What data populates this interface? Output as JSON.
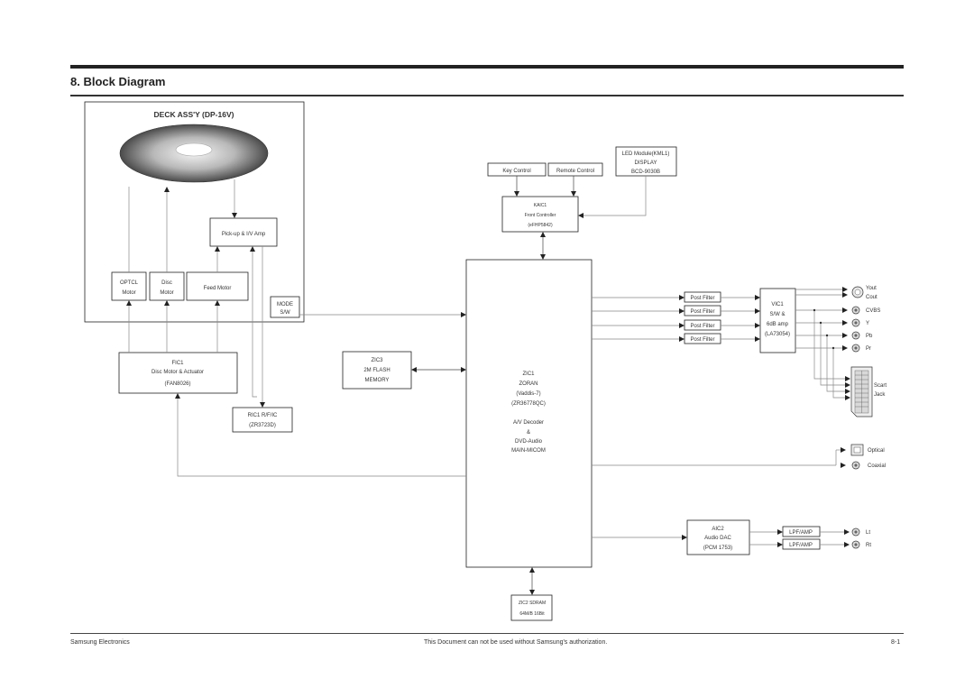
{
  "header": {
    "title": "8.  Block Diagram"
  },
  "footer": {
    "left": "Samsung Electronics",
    "center": "This Document can not be used without Samsung's authorization.",
    "right": "8-1"
  },
  "deck": {
    "title": "DECK ASS'Y (DP-16V)",
    "pickup": "Pick-up & I/V Amp",
    "optical_motor": [
      "OPTCL",
      "Motor"
    ],
    "disc_motor": [
      "Disc",
      "Motor"
    ],
    "feed_motor": "Feed Motor",
    "mode_sw": [
      "MODE",
      "S/W"
    ]
  },
  "fic1": [
    "FIC1",
    "Disc Motor & Actuator",
    "(FAN8026)"
  ],
  "ric1": [
    "RIC1  R/F/IC",
    "(ZR3723D)"
  ],
  "zic3": [
    "ZIC3",
    "2M FLASH",
    "MEMORY"
  ],
  "zic1": [
    "ZIC1",
    "ZORAN",
    "(Vaddis-7)",
    "(ZR36778QC)",
    "",
    "A/V Decoder",
    "&",
    "DVD-Audio",
    "MAIN-MICOM"
  ],
  "zic2": [
    "ZIC2  SDRAM",
    "64M/B 16Bit"
  ],
  "key_control": "Key Control",
  "remote_control": "Remote Control",
  "led_module": [
    "LED Module(KML1)",
    "DISPLAY",
    "BCD-9030B"
  ],
  "kaic1": [
    "KAIC1",
    "Front Controller",
    "(eFHP5842)"
  ],
  "post_filters": [
    "Post Filter",
    "Post Filter",
    "Post Filter",
    "Post Filter"
  ],
  "vic1": [
    "VIC1",
    "S/W &",
    "6dB amp",
    "(LA73054)"
  ],
  "aic2": [
    "AIC2",
    "Audio DAC",
    "(PCM  1753)"
  ],
  "lpf_amps": [
    "LPF/AMP",
    "LPF/AMP"
  ],
  "video_outputs": [
    "Yout",
    "Cout",
    "CVBS",
    "Y",
    "Pb",
    "Pr"
  ],
  "scart_label": [
    "Scart",
    "Jack"
  ],
  "digital_outputs": [
    "Optical",
    "Coaxial"
  ],
  "audio_outputs": [
    "Lt",
    "Rt"
  ]
}
